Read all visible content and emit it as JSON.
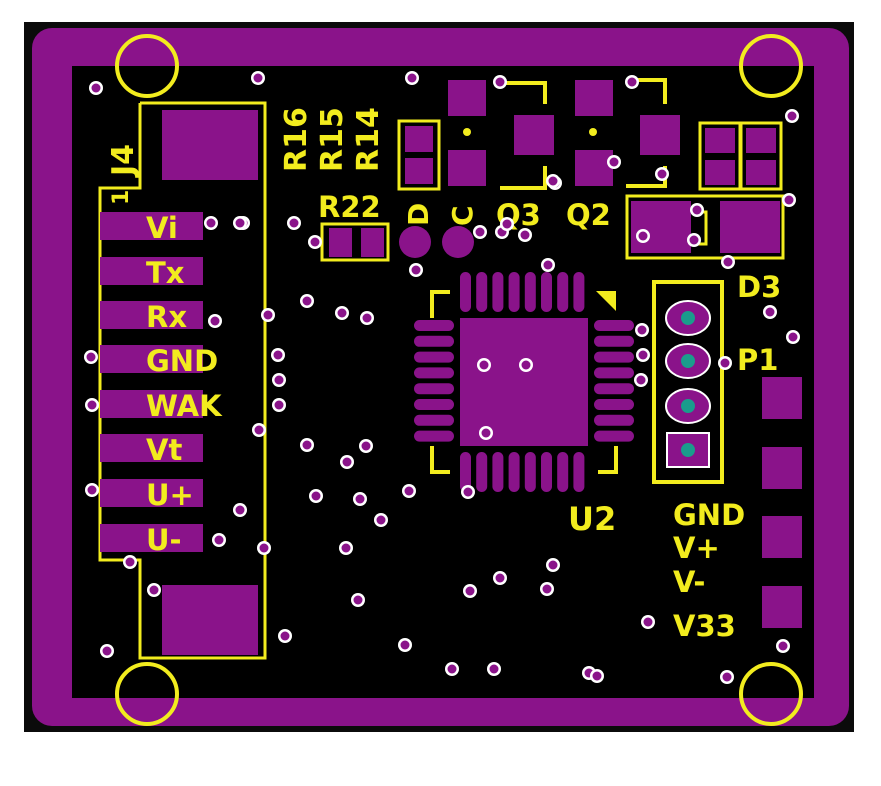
{
  "colors": {
    "background": "#ffffff",
    "board_edge": "#0b0b0b",
    "copper": "#8a138a",
    "silkscreen": "#f2ec1e",
    "board_black": "#000000",
    "via_ring": "#ffffff",
    "pth_center": "#1a9c8c"
  },
  "refdes": {
    "J4": "J4",
    "pin1": "1",
    "R16": "R16",
    "R15": "R15",
    "R14": "R14",
    "R22": "R22",
    "D": "D",
    "C": "C",
    "Q3": "Q3",
    "Q2": "Q2",
    "D3": "D3",
    "P1": "P1",
    "U2": "U2"
  },
  "j4_pins": [
    "Vi",
    "Tx",
    "Rx",
    "GND",
    "WAK",
    "Vt",
    "U+",
    "U-"
  ],
  "p1_pins": [
    "GND",
    "V+",
    "V-",
    "V33"
  ]
}
